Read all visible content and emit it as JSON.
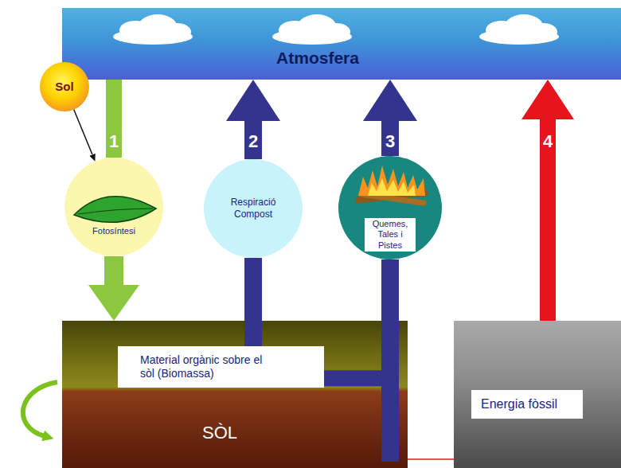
{
  "diagram": {
    "nodes": [
      {
        "text": [
          "Atmosfera"
        ]
      },
      {
        "text": [
          "Sol"
        ]
      },
      {
        "text": [
          "Fotosíntesi"
        ]
      },
      {
        "text": [
          "Respiració Compost"
        ]
      },
      {
        "text": [
          "Quemes, Tales i Pistes"
        ]
      },
      {
        "text": [
          "SÒL"
        ]
      },
      {
        "text": [
          "Material orgànic sobre el sòl (Biomassa)"
        ],
        "in": 5
      },
      {
        "text": [
          "Energia fòssil"
        ]
      }
    ],
    "edges": [
      {
        "from": 0,
        "to": 2,
        "arrow": "none",
        "label": "1"
      },
      {
        "from": 1,
        "to": 2,
        "arrow": "to"
      },
      {
        "from": 2,
        "to": 5,
        "arrow": "to"
      },
      {
        "from": 6,
        "to": 3,
        "arrow": "none"
      },
      {
        "from": 3,
        "to": 0,
        "arrow": "to",
        "label": "2"
      },
      {
        "from": 5,
        "to": 4,
        "arrow": "none"
      },
      {
        "from": 6,
        "to": 4,
        "arrow": "none"
      },
      {
        "from": 4,
        "to": 0,
        "arrow": "to",
        "label": "3"
      },
      {
        "from": 7,
        "to": 0,
        "arrow": "to",
        "label": "4"
      },
      {
        "from": 5,
        "to": 7,
        "arrow": "none"
      }
    ]
  }
}
